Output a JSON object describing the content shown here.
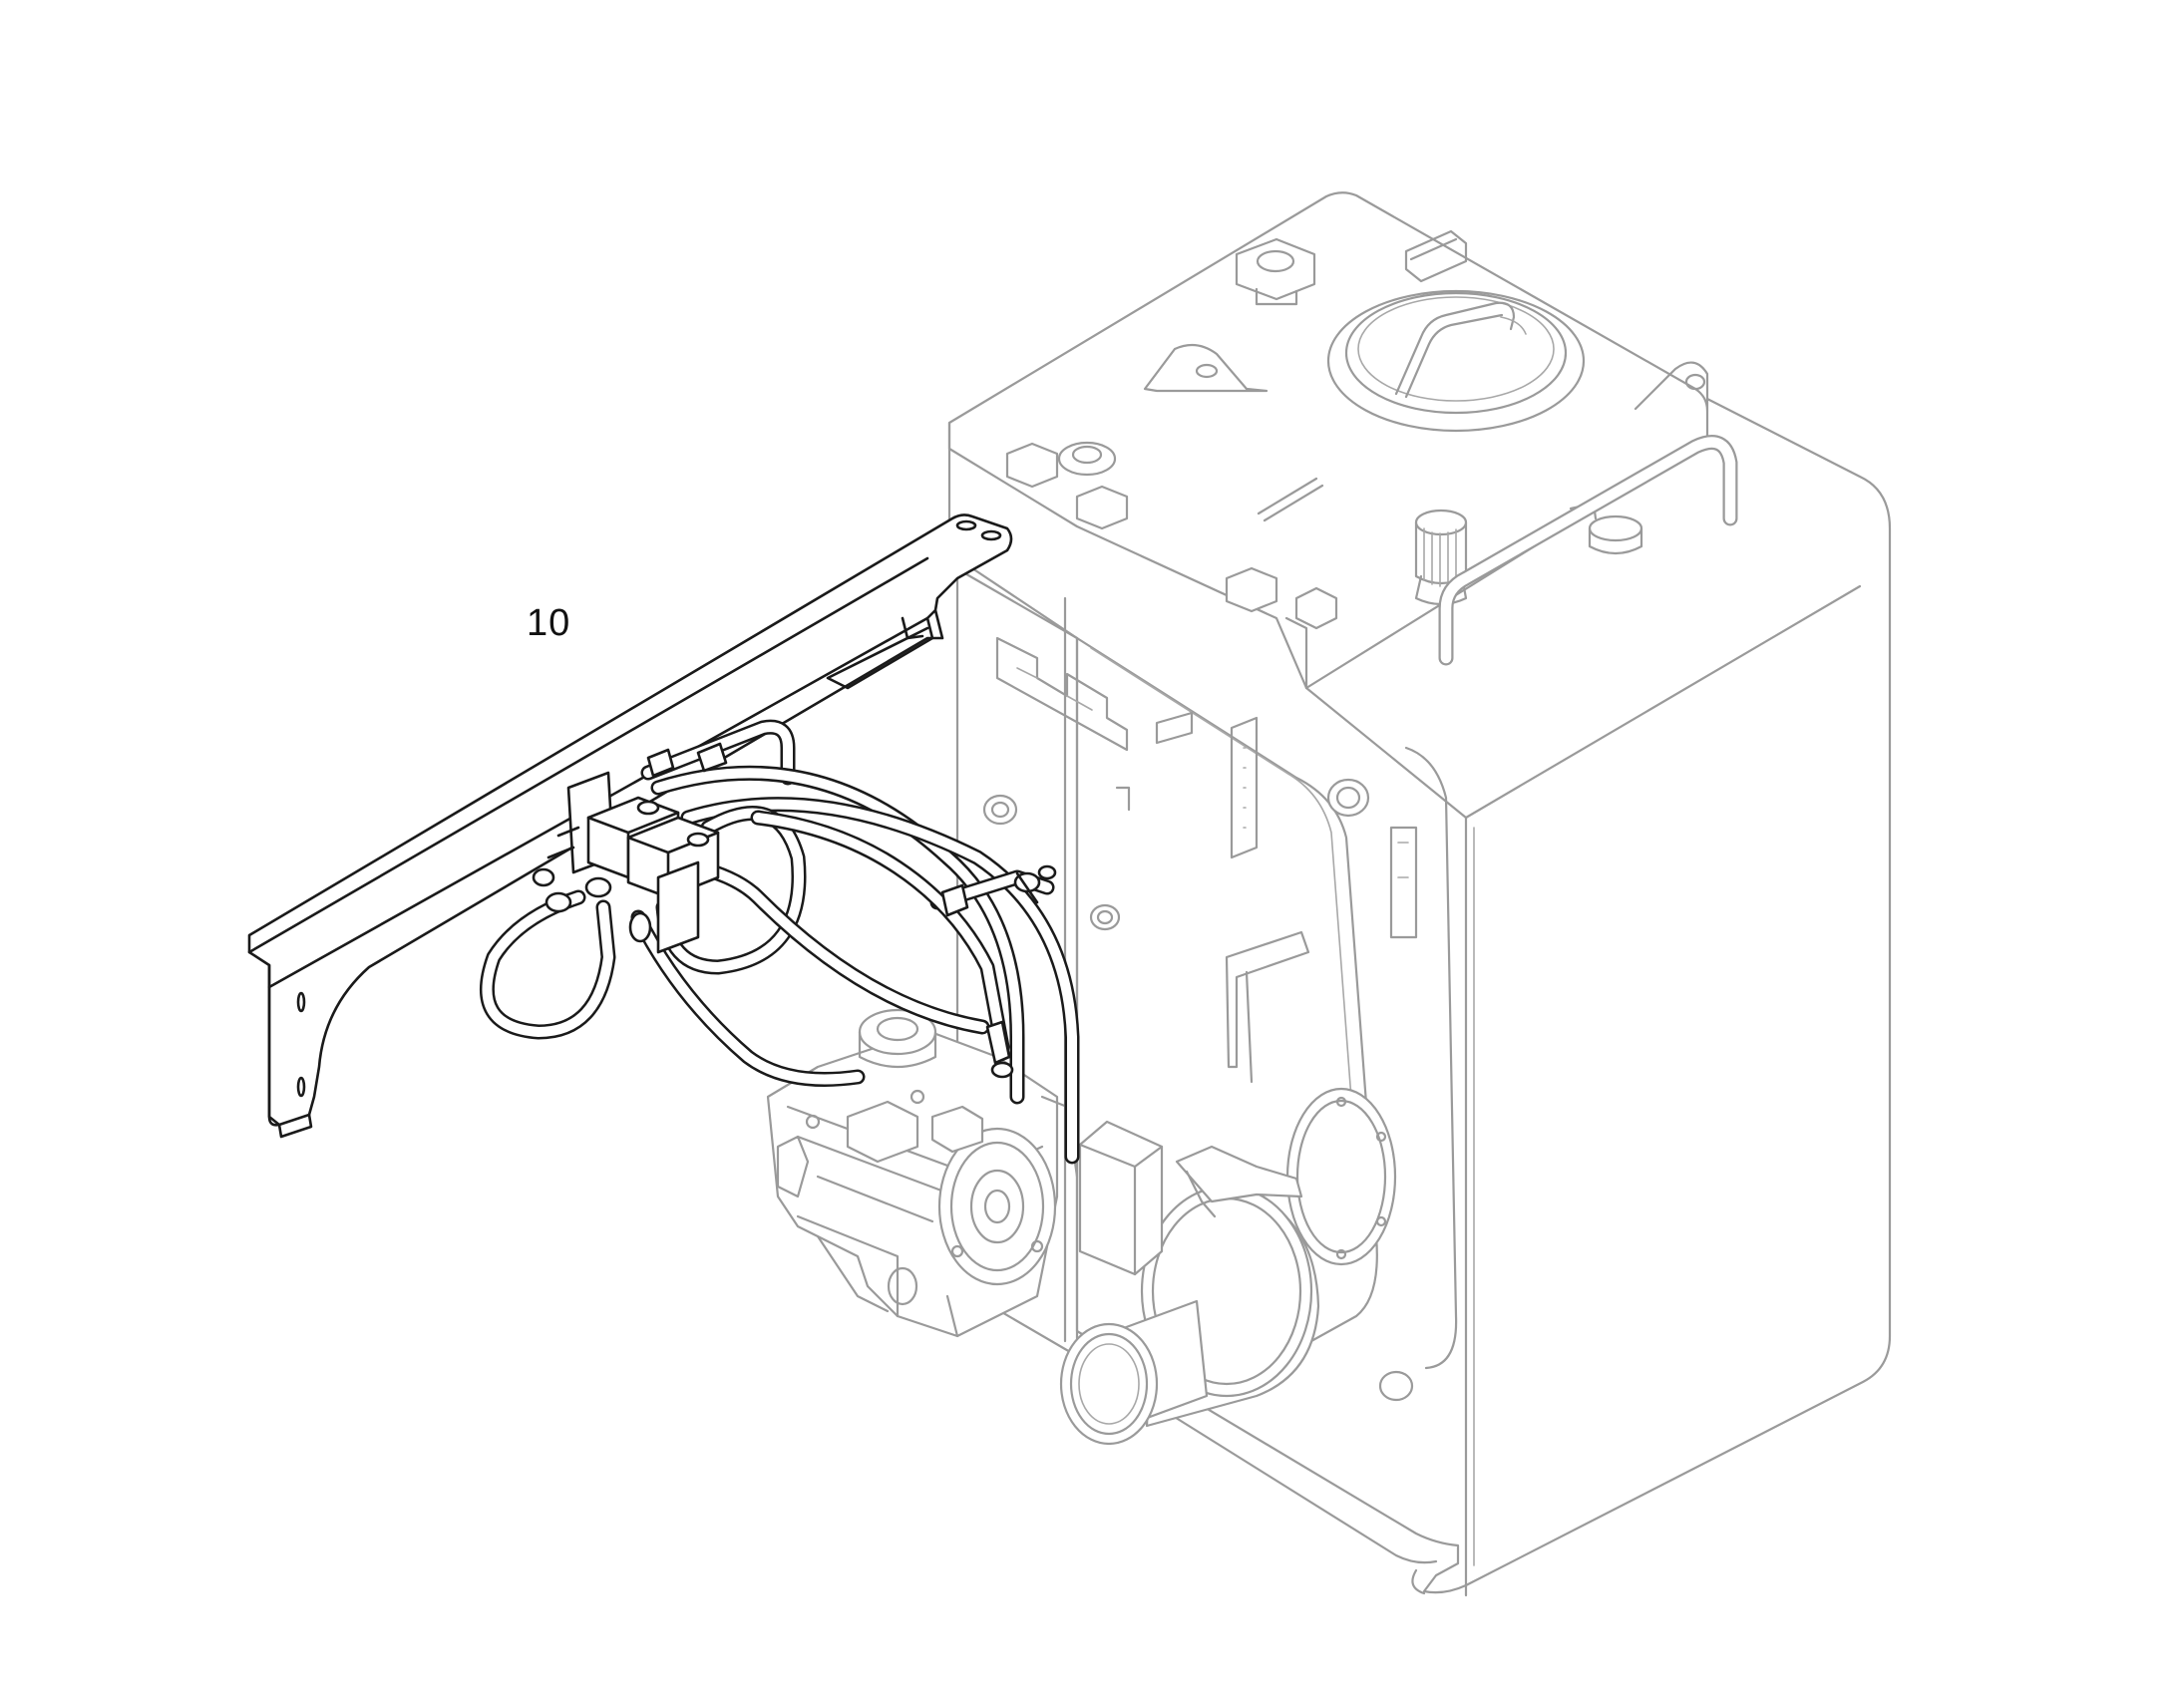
{
  "diagram": {
    "callouts": [
      {
        "id": "item-10",
        "label": "10"
      }
    ],
    "colors": {
      "highlight_stroke": "#1a1a1a",
      "context_stroke": "#9a9a9a",
      "background": "#ffffff"
    },
    "parts": [
      {
        "name": "support-bracket",
        "style": "highlight"
      },
      {
        "name": "valve-block",
        "style": "highlight"
      },
      {
        "name": "hydraulic-hoses",
        "style": "highlight"
      },
      {
        "name": "hydraulic-pump",
        "style": "context"
      },
      {
        "name": "hydraulic-tank",
        "style": "context"
      }
    ]
  }
}
